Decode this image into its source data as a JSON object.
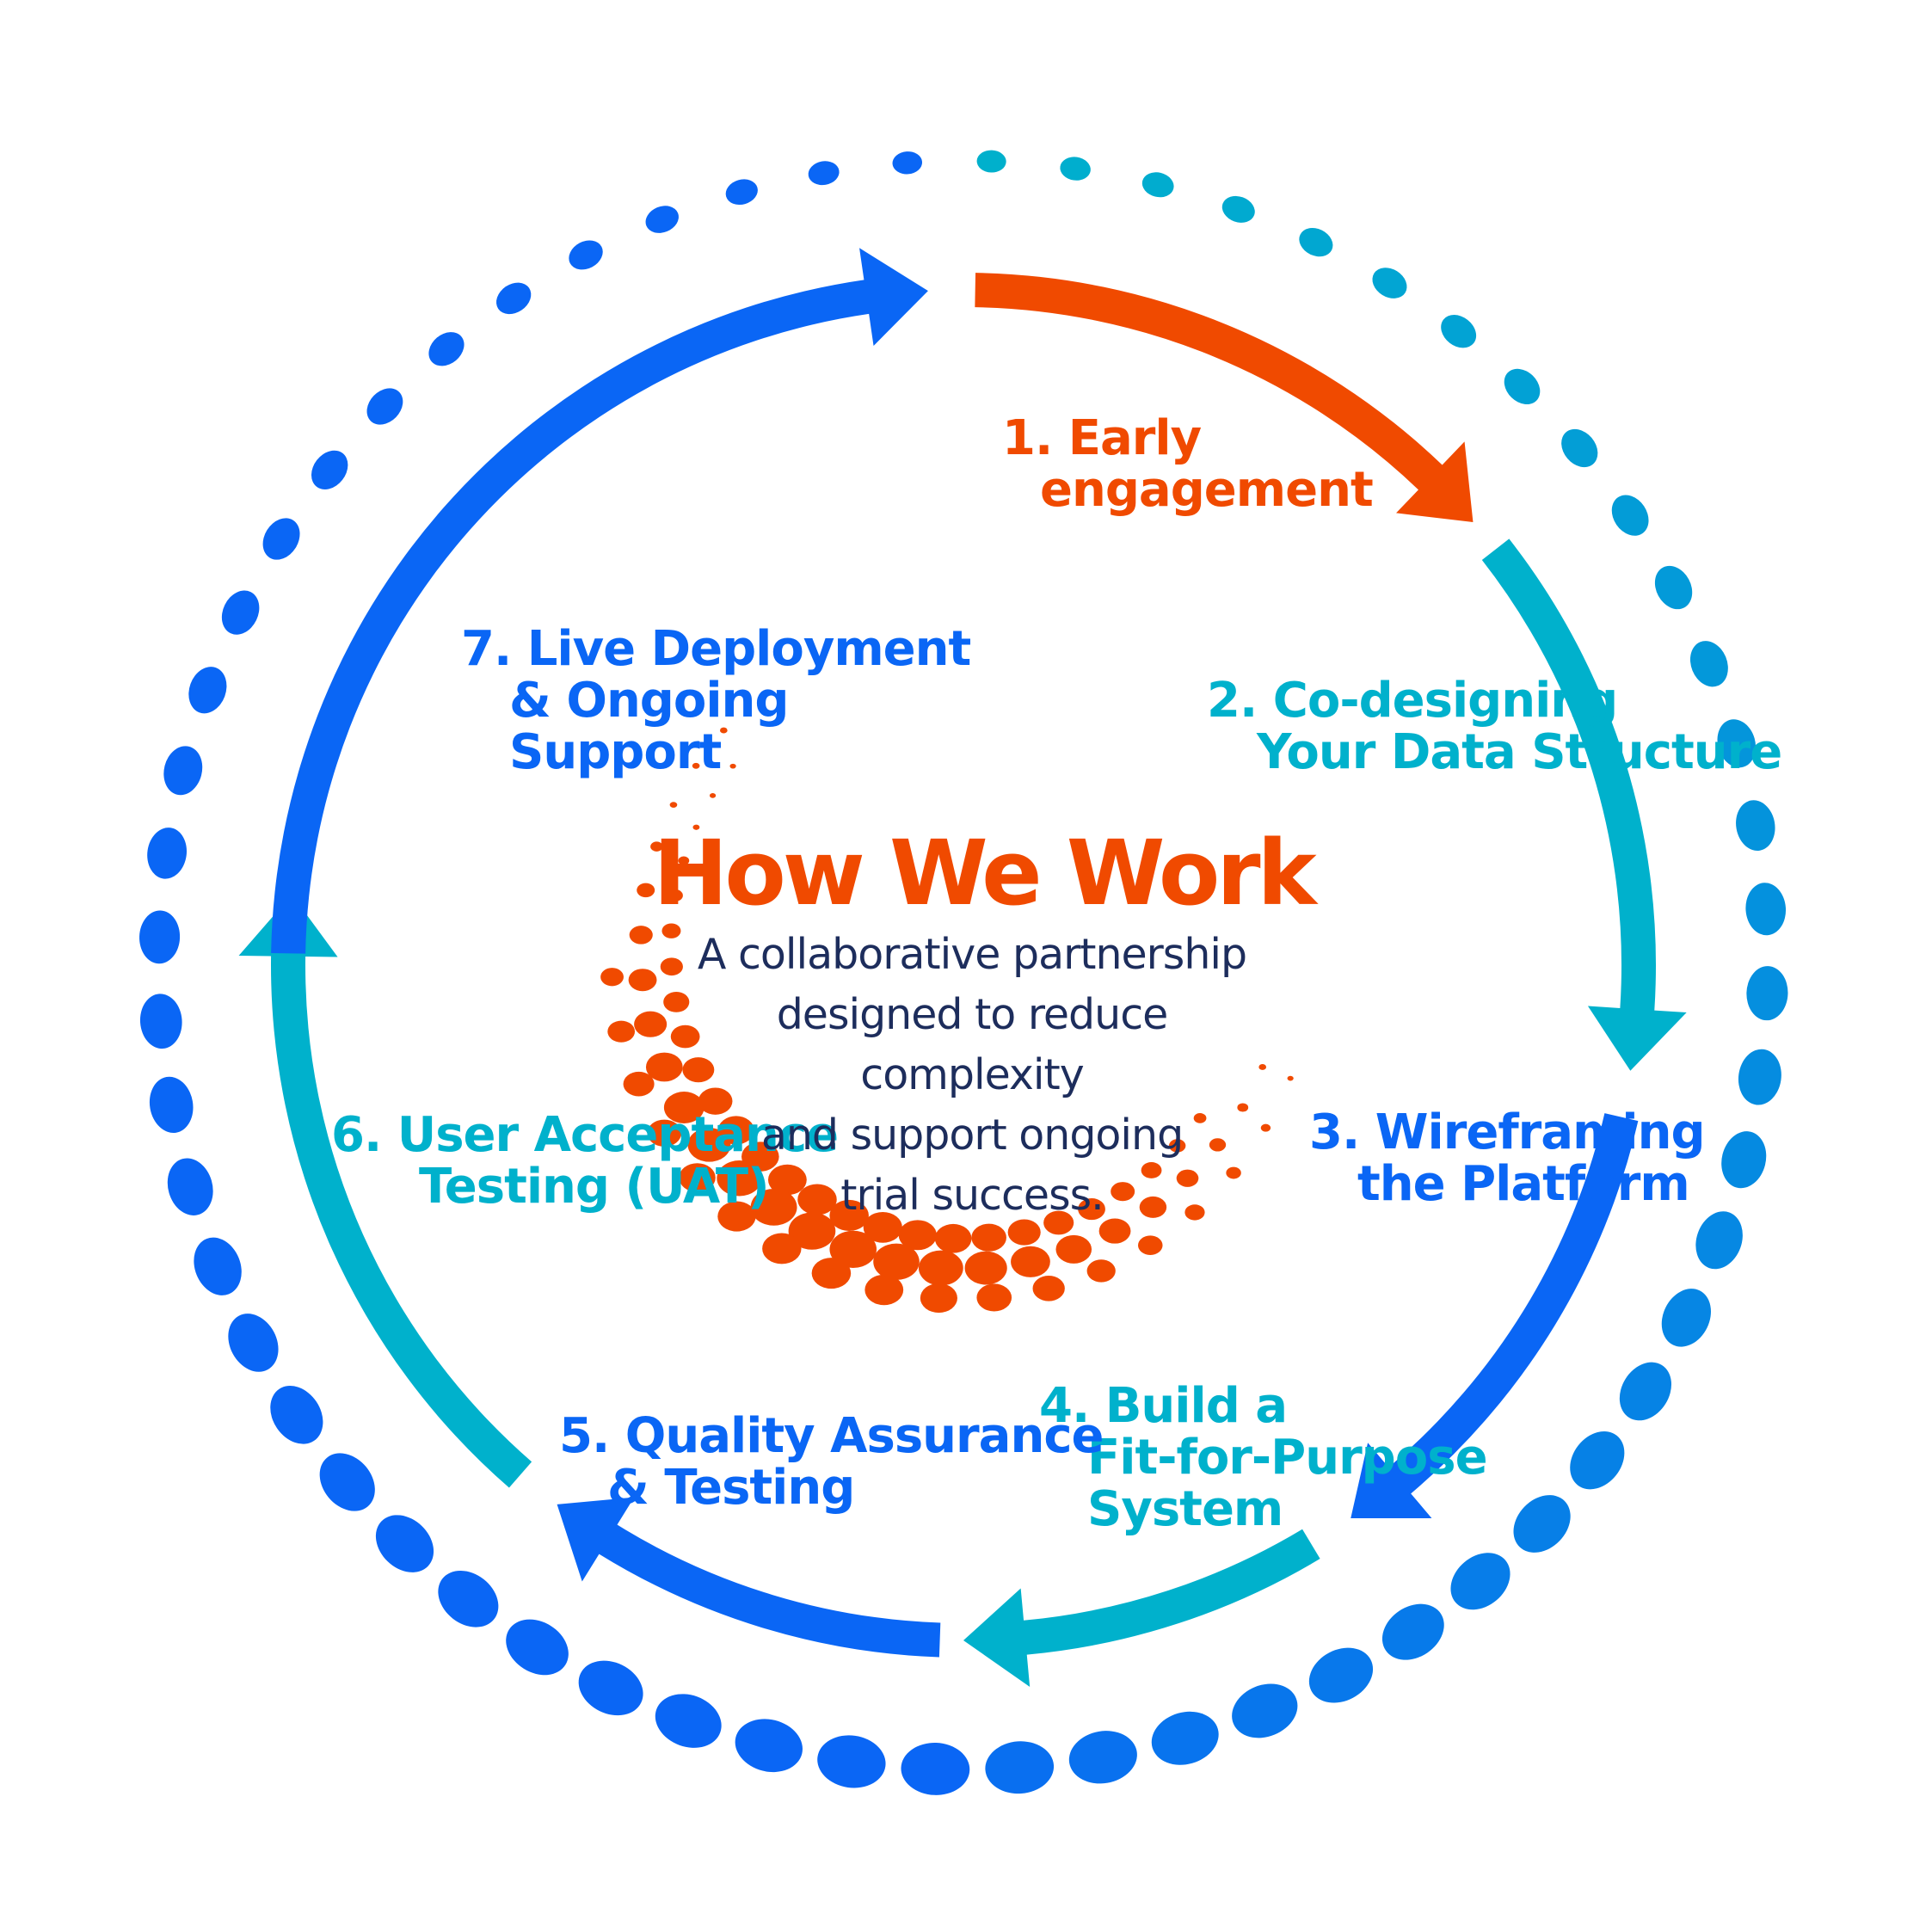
{
  "title": "How We Work",
  "subtitle": [
    "A collaborative partnership",
    "designed to reduce complexity",
    "and support ongoing",
    "trial success."
  ],
  "colors": {
    "orange": "#f04a00",
    "teal": "#00b1cc",
    "blue": "#0a66f5",
    "text_dark": "#1d2d5c"
  },
  "steps": [
    {
      "number": "1.",
      "lines": [
        "Early",
        "engagement"
      ],
      "color": "#f04a00"
    },
    {
      "number": "2.",
      "lines": [
        "Co-designing",
        "Your Data Structure"
      ],
      "color": "#00b1cc"
    },
    {
      "number": "3.",
      "lines": [
        "Wireframing",
        "the Platform"
      ],
      "color": "#0a66f5"
    },
    {
      "number": "4.",
      "lines": [
        "Build a",
        "Fit-for-Purpose",
        "System"
      ],
      "color": "#00b1cc"
    },
    {
      "number": "5.",
      "lines": [
        "Quality Assurance",
        "& Testing"
      ],
      "color": "#0a66f5"
    },
    {
      "number": "6.",
      "lines": [
        "User Acceptance",
        "Testing (UAT)"
      ],
      "color": "#00b1cc"
    },
    {
      "number": "7.",
      "lines": [
        "Live Deployment",
        "& Ongoing",
        "Support"
      ],
      "color": "#0a66f5"
    }
  ]
}
